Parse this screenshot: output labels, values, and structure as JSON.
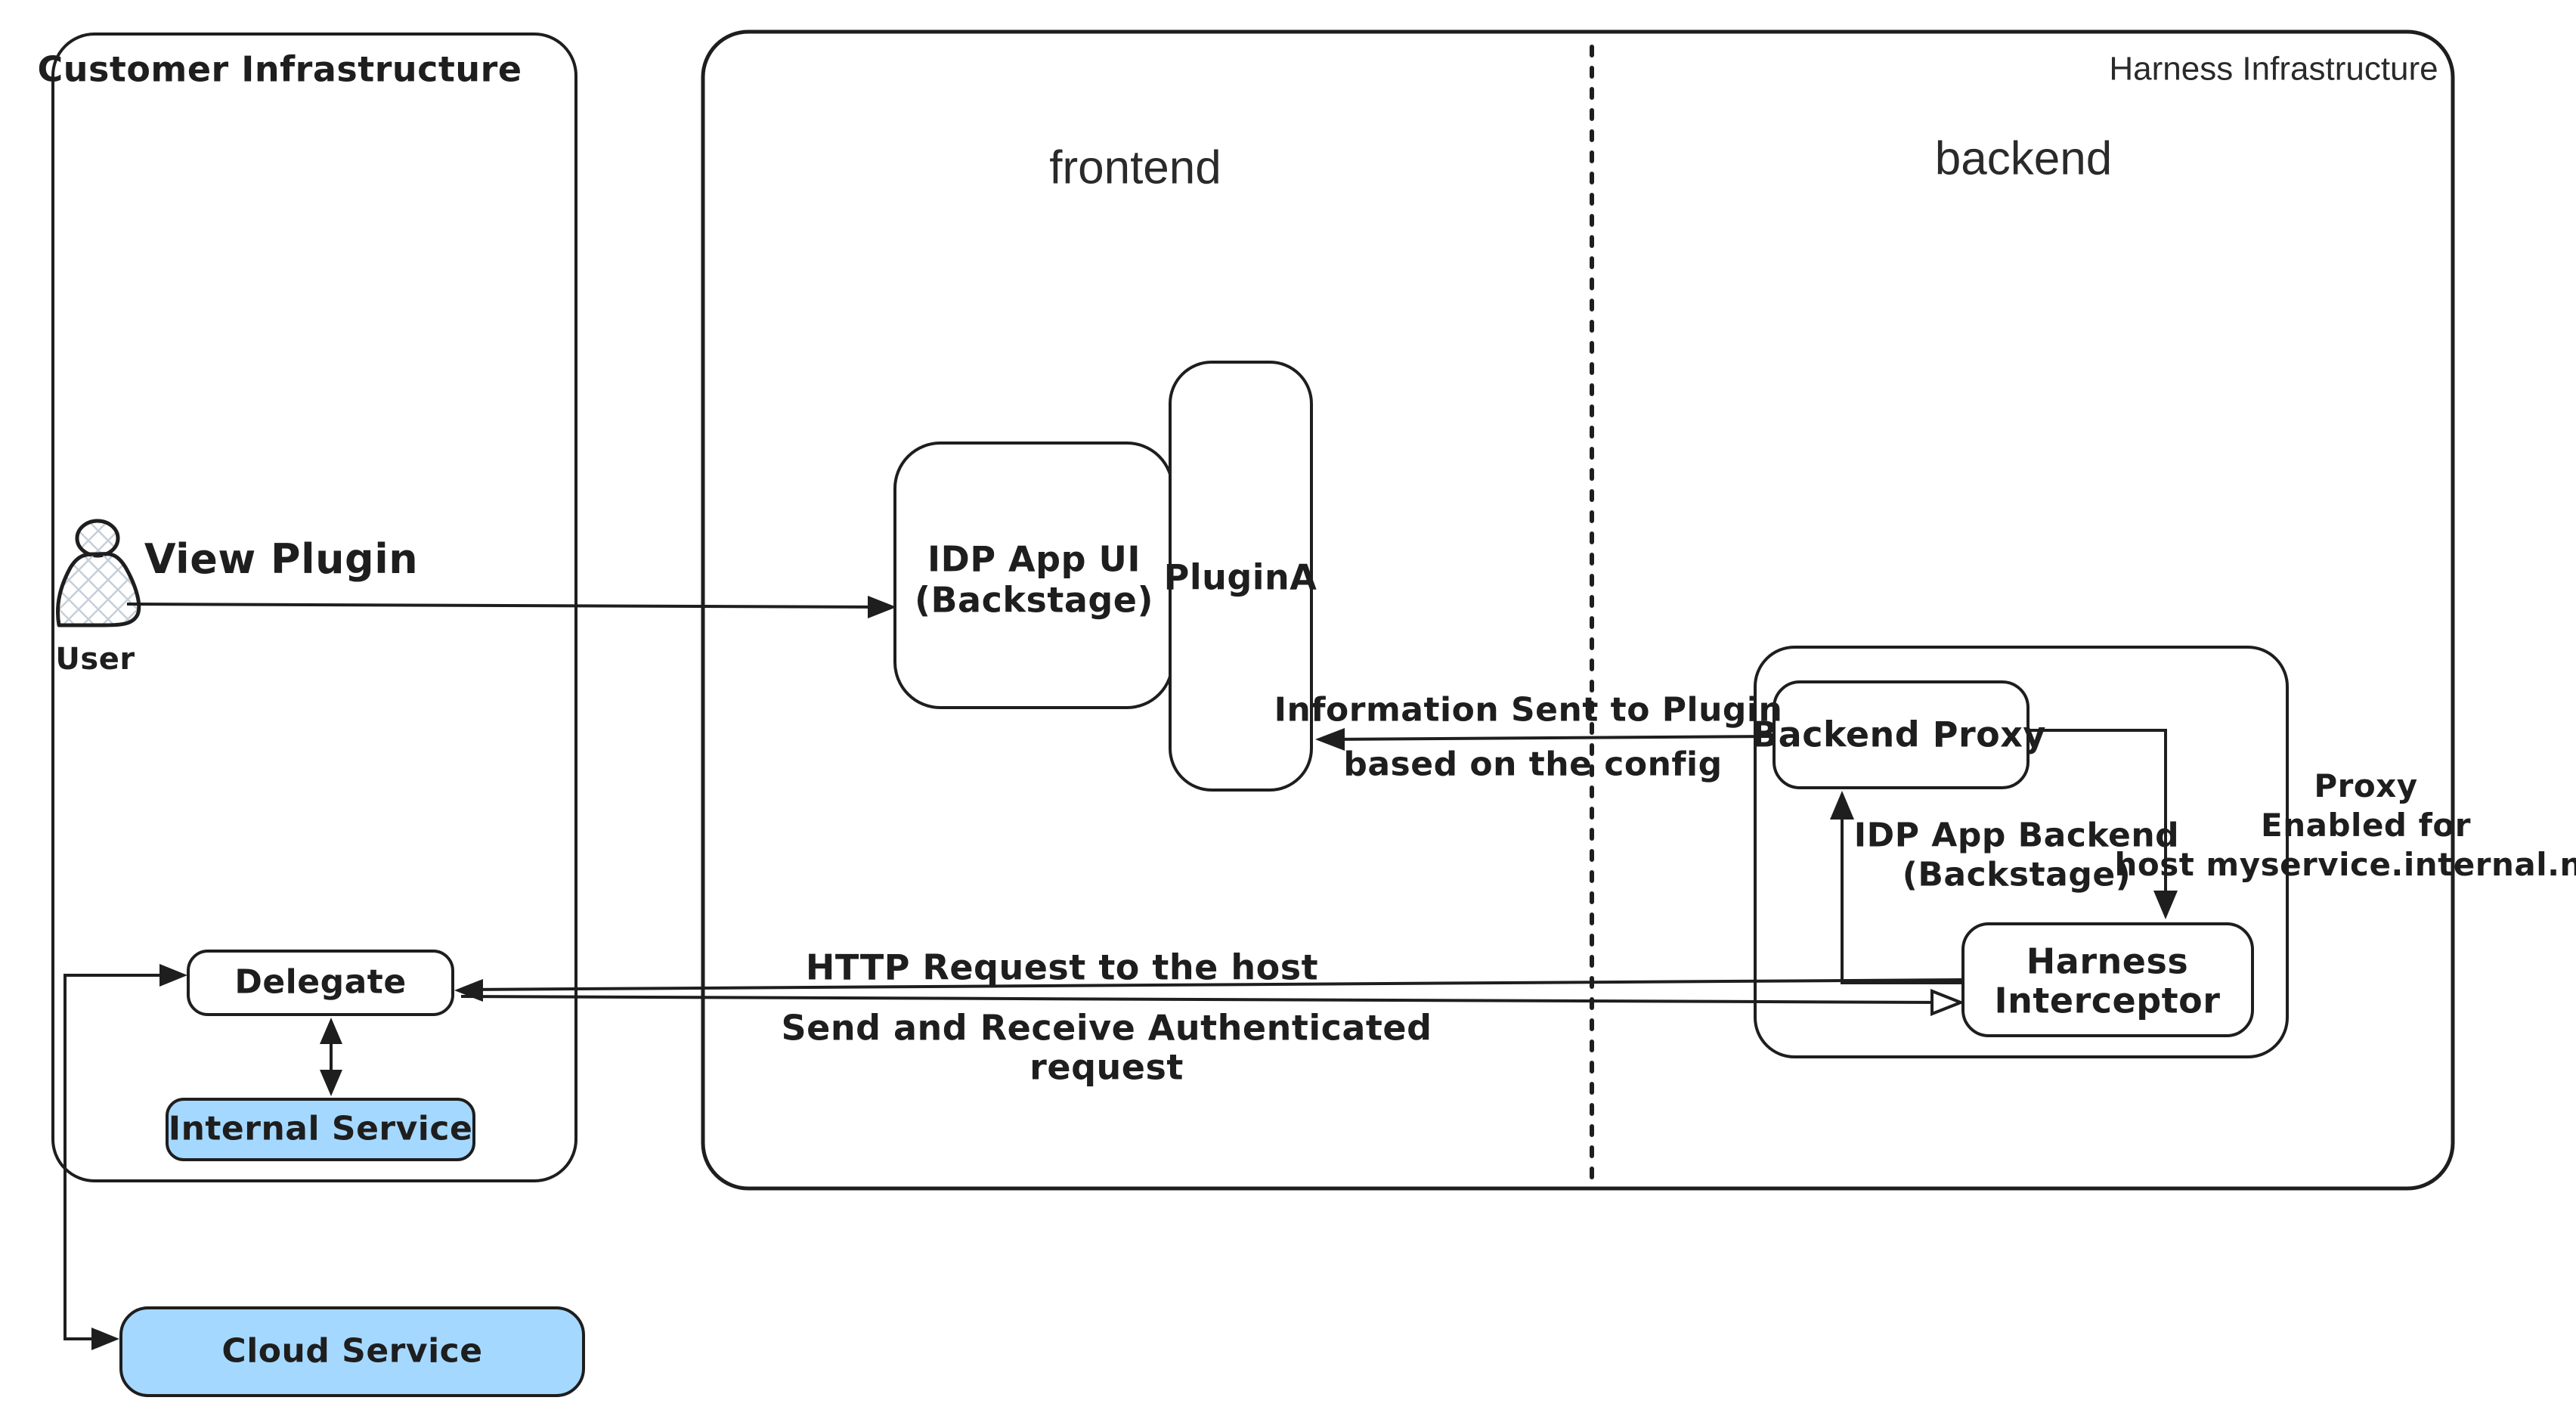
{
  "colors": {
    "stroke": "#1e1e1e",
    "service_fill": "#a5d8ff",
    "hatch": "#c6cfd8",
    "background": "#ffffff"
  },
  "regions": {
    "customer": {
      "title": "Customer Infrastructure"
    },
    "harness": {
      "title": "Harness Infrastructure",
      "frontend_label": "frontend",
      "backend_label": "backend"
    },
    "idp_app_backend": {
      "line1": "IDP App Backend",
      "line2": "(Backstage)"
    }
  },
  "nodes": {
    "user": {
      "label": "User",
      "icon": "person-icon"
    },
    "idp_app_ui": {
      "line1": "IDP App UI",
      "line2": "(Backstage)"
    },
    "plugin_a": {
      "label": "PluginA"
    },
    "backend_proxy": {
      "label": "Backend Proxy"
    },
    "harness_interceptor": {
      "line1": "Harness",
      "line2": "Interceptor"
    },
    "delegate": {
      "label": "Delegate"
    },
    "internal_service": {
      "label": "Internal Service"
    },
    "cloud_service": {
      "label": "Cloud Service"
    }
  },
  "edges": {
    "view_plugin": {
      "label": "View Plugin"
    },
    "info_sent": {
      "line1": "Information Sent to Plugin",
      "line2": "based on the config"
    },
    "http_request": {
      "line1": "HTTP Request to the host",
      "line2": "Send and Receive Authenticated",
      "line3": "request"
    }
  },
  "notes": {
    "proxy_enabled": {
      "line1": "Proxy",
      "line2": "Enabled for",
      "line3": "host myservice.internal.net"
    }
  }
}
